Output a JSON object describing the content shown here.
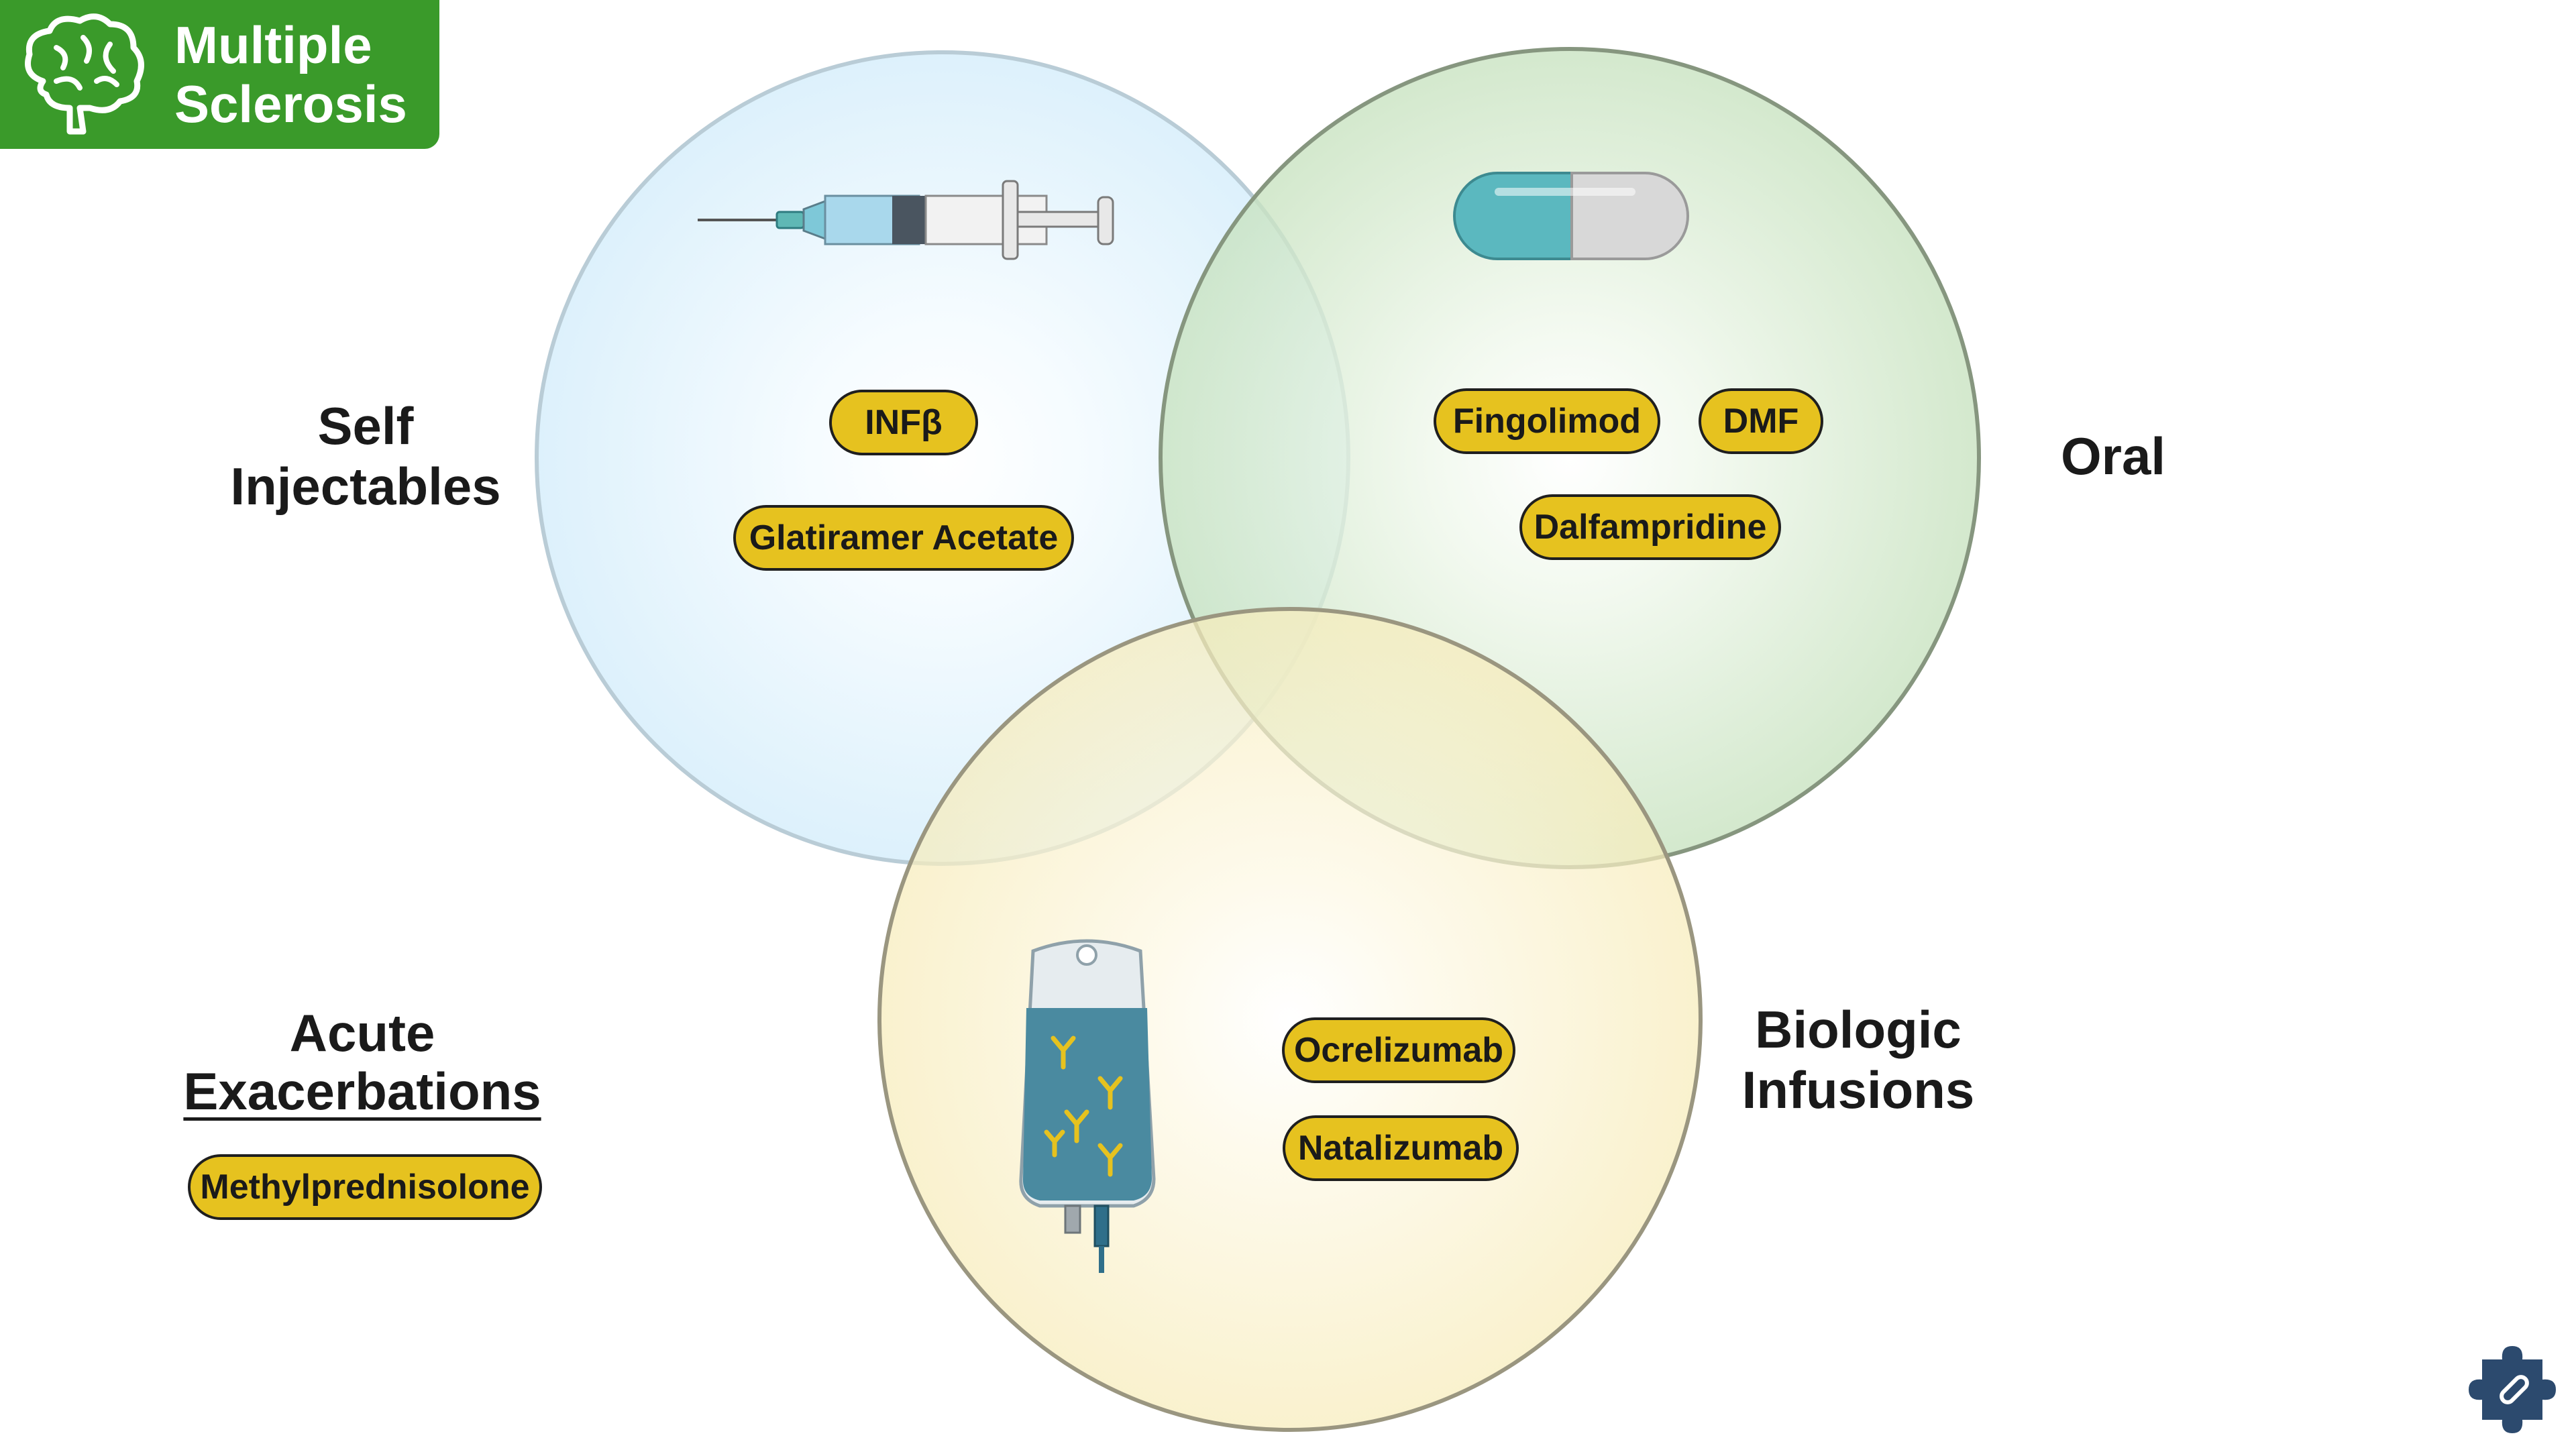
{
  "header": {
    "title": "Multiple\nSclerosis",
    "icon": "brain-icon",
    "color": "#3a9a2a"
  },
  "categories": {
    "self_injectables": "Self\nInjectables",
    "oral": "Oral",
    "biologic_infusions": "Biologic\nInfusions",
    "acute_title": "Acute",
    "acute_subtitle": "Exacerbations"
  },
  "drugs": {
    "infb": "INFβ",
    "glatiramer": "Glatiramer Acetate",
    "fingolimod": "Fingolimod",
    "dmf": "DMF",
    "dalfampridine": "Dalfampridine",
    "ocrelizumab": "Ocrelizumab",
    "natalizumab": "Natalizumab",
    "methylprednisolone": "Methylprednisolone"
  },
  "colors": {
    "injectables_circle": "#dff2fc",
    "oral_circle": "#cfe6c8",
    "infusions_circle": "#faf0c4",
    "pill_fill": "#e6c21f"
  },
  "icons": [
    "syringe-icon",
    "capsule-icon",
    "iv-bag-icon",
    "puzzle-logo-icon"
  ]
}
